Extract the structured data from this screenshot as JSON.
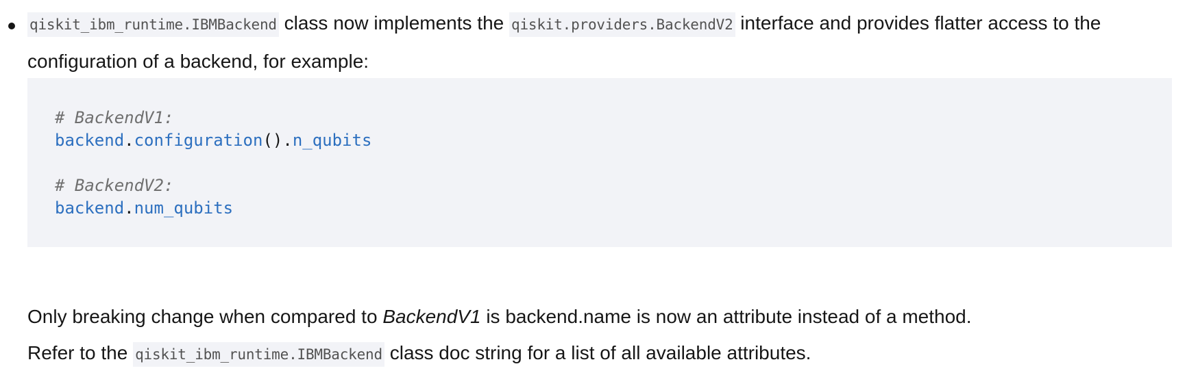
{
  "bullet": {
    "code_1": "qiskit_ibm_runtime.IBMBackend",
    "text_1": " class now implements the ",
    "code_2": "qiskit.providers.BackendV2",
    "text_2": " interface and provides flatter access to the configuration of a backend, for example:"
  },
  "code_block": {
    "lines": [
      {
        "comment": "# BackendV1:"
      },
      {
        "obj": "backend",
        "dot1": ".",
        "attr1": "configuration",
        "call": "()",
        "dot2": ".",
        "attr2": "n_qubits"
      },
      {
        "comment": "# BackendV2:"
      },
      {
        "obj": "backend",
        "dot1": ".",
        "attr1": "num_qubits"
      }
    ]
  },
  "paragraph_1": {
    "text_1": "Only breaking change when compared to ",
    "emphasis": "BackendV1",
    "text_2": " is backend.name is now an attribute instead of a method."
  },
  "paragraph_2": {
    "text_1": "Refer to the ",
    "code": "qiskit_ibm_runtime.IBMBackend",
    "text_2": " class doc string for a list of all available attributes."
  },
  "colors": {
    "text": "#161616",
    "code_background": "#f2f3f7",
    "inline_code_text": "#525252",
    "code_name": "#2c6fbf",
    "code_comment": "#6f6f6f"
  }
}
